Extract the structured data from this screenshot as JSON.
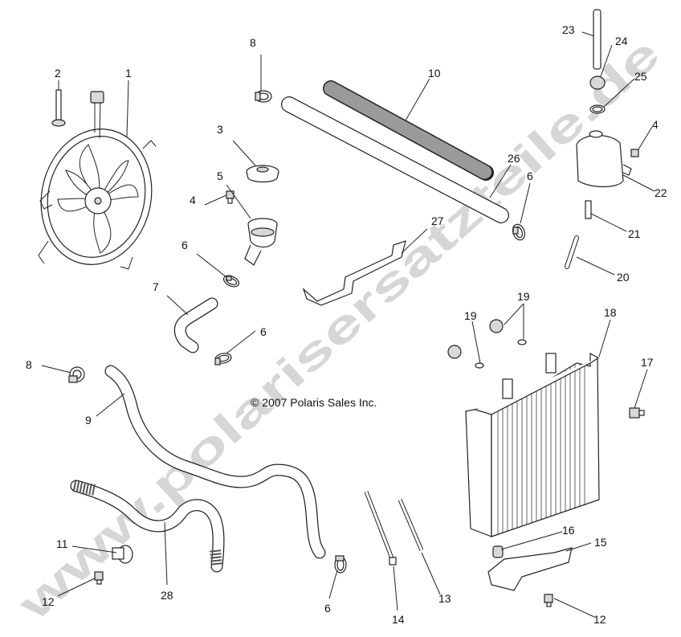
{
  "copyright": "© 2007 Polaris Sales Inc.",
  "watermark": "www.polarisersatzteile.de",
  "colors": {
    "line": "#222222",
    "watermark": "#c8c8c8",
    "background": "#ffffff"
  },
  "callouts": [
    {
      "id": "c1",
      "label": "1"
    },
    {
      "id": "c2",
      "label": "2"
    },
    {
      "id": "c3",
      "label": "3"
    },
    {
      "id": "c4a",
      "label": "4"
    },
    {
      "id": "c4b",
      "label": "4"
    },
    {
      "id": "c5",
      "label": "5"
    },
    {
      "id": "c6a",
      "label": "6"
    },
    {
      "id": "c6b",
      "label": "6"
    },
    {
      "id": "c6c",
      "label": "6"
    },
    {
      "id": "c6d",
      "label": "6"
    },
    {
      "id": "c7",
      "label": "7"
    },
    {
      "id": "c8a",
      "label": "8"
    },
    {
      "id": "c8b",
      "label": "8"
    },
    {
      "id": "c9",
      "label": "9"
    },
    {
      "id": "c10",
      "label": "10"
    },
    {
      "id": "c11",
      "label": "11"
    },
    {
      "id": "c12a",
      "label": "12"
    },
    {
      "id": "c12b",
      "label": "12"
    },
    {
      "id": "c13",
      "label": "13"
    },
    {
      "id": "c14",
      "label": "14"
    },
    {
      "id": "c15",
      "label": "15"
    },
    {
      "id": "c16",
      "label": "16"
    },
    {
      "id": "c17",
      "label": "17"
    },
    {
      "id": "c18",
      "label": "18"
    },
    {
      "id": "c19a",
      "label": "19"
    },
    {
      "id": "c19b",
      "label": "19"
    },
    {
      "id": "c20",
      "label": "20"
    },
    {
      "id": "c21",
      "label": "21"
    },
    {
      "id": "c22",
      "label": "22"
    },
    {
      "id": "c23",
      "label": "23"
    },
    {
      "id": "c24",
      "label": "24"
    },
    {
      "id": "c25",
      "label": "25"
    },
    {
      "id": "c26",
      "label": "26"
    },
    {
      "id": "c27",
      "label": "27"
    },
    {
      "id": "c28",
      "label": "28"
    }
  ]
}
